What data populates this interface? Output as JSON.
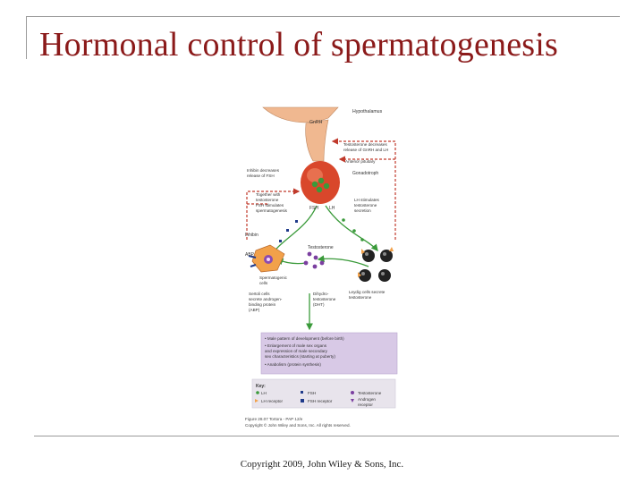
{
  "slide": {
    "title": "Hormonal control of spermatogenesis",
    "copyright": "Copyright 2009, John Wiley & Sons, Inc."
  },
  "figure": {
    "labels": {
      "hypothalamus": "Hypothalamus",
      "gnrh": "GnRH",
      "testosterone_decreases": [
        "Testosterone decreases",
        "release of GnRH and LH"
      ],
      "anterior_pituitary": "Anterior pituitary",
      "gonadotroph": "Gonadotroph",
      "inhibin_decreases": [
        "Inhibin decreases",
        "release of FSH"
      ],
      "together_with": [
        "Together with",
        "testosterone",
        "FSH stimulates",
        "spermatogenesis"
      ],
      "fsh": "FSH",
      "lh": "LH",
      "lh_stimulates": [
        "LH stimulates",
        "testosterone",
        "secretion"
      ],
      "inhibin": "Inhibin",
      "abp": "ABP",
      "testosterone": "Testosterone",
      "spermatogenic_cells": [
        "Spermatogenic",
        "cells"
      ],
      "sertoli_cells": [
        "Sertoli cells",
        "secrete androgen-",
        "binding protein",
        "(ABP)"
      ],
      "dht": [
        "Dihydro-",
        "testosterone",
        "(DHT)"
      ],
      "leydig": [
        "Leydig cells secrete",
        "testosterone"
      ]
    },
    "effects": [
      "• Male pattern of development (before birth)",
      "• Enlargement of male sex organs",
      "  and expression of male secondary",
      "  sex characteristics (starting at puberty)",
      "• Anabolism (protein synthesis)"
    ],
    "key": {
      "title": "Key:",
      "items": [
        "LH",
        "LH receptor",
        "FSH",
        "FSH receptor",
        "Testosterone",
        "Androgen",
        "receptor"
      ]
    },
    "caption": [
      "Figure 28.07 Tortora - PAP 12/e",
      "Copyright © John Wiley and Sons, Inc. All rights reserved."
    ],
    "colors": {
      "feedback": "#c0392b",
      "stimulation": "#3a9a3a",
      "gland": "#f0b890",
      "pituitary": "#d9472b",
      "effects_box": "#d8c9e6",
      "key_box": "#e8e4ec",
      "leydig_cell": "#222222"
    }
  }
}
